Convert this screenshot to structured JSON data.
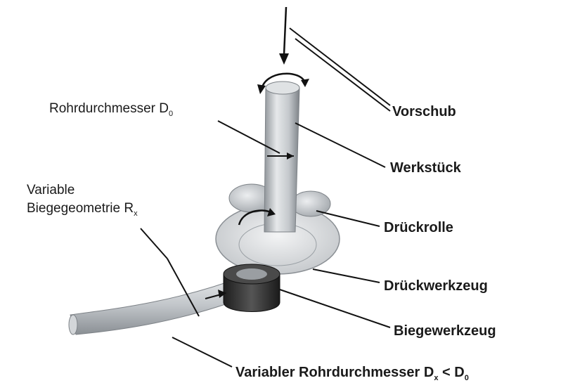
{
  "labels": {
    "rohrdurchmesser": "Rohrdurchmesser D",
    "rohrdurchmesser_sub": "0",
    "variable_line1": "Variable",
    "variable_line2": "Biegegeometrie R",
    "variable_sub": "x",
    "vorschub": "Vorschub",
    "werkstueck": "Werkstück",
    "drueckrolle": "Drückrolle",
    "drueckwerkzeug": "Drückwerkzeug",
    "biegewerkzeug": "Biegewerkzeug",
    "variabler_main": "Variabler Rohrdurchmesser D",
    "variabler_sub1": "x",
    "variabler_mid": " < D",
    "variabler_sub2": "0"
  },
  "colors": {
    "background": "#ffffff",
    "tube": "#c4c8cc",
    "tube_dark": "#8f9499",
    "tool_ring": "#333333",
    "leader_line": "#111111"
  }
}
